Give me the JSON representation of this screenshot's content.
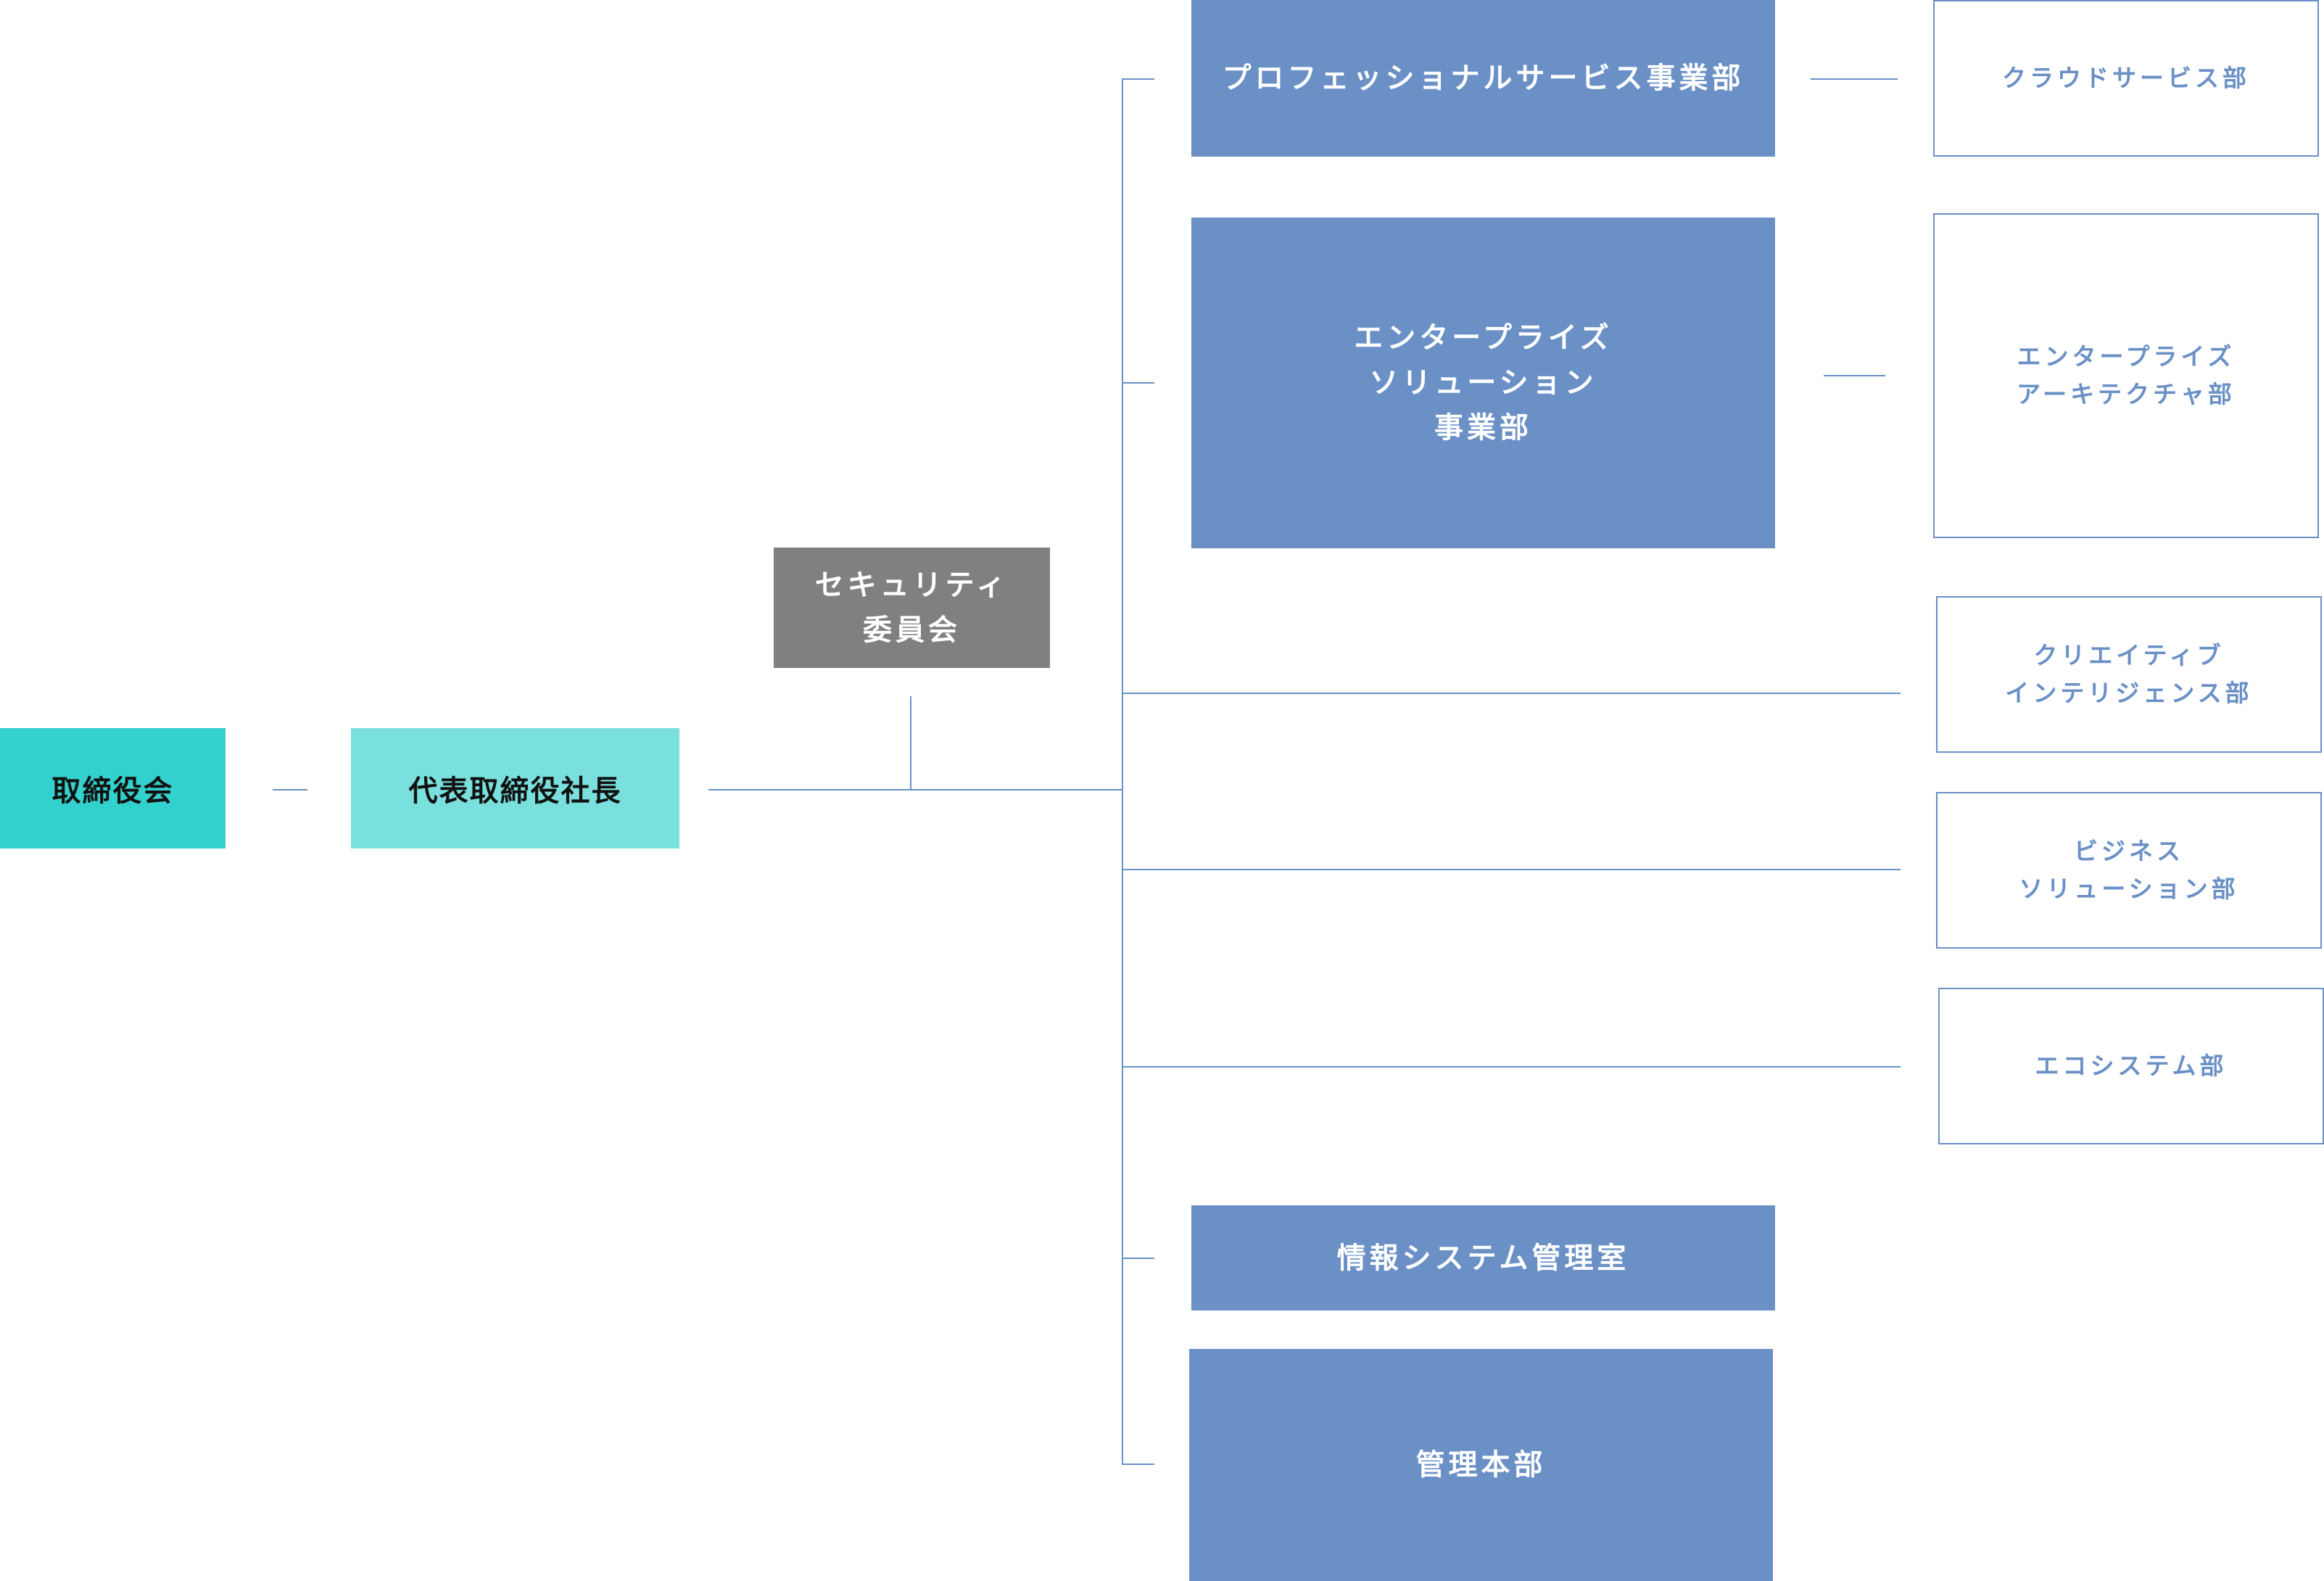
{
  "colors": {
    "board": "#33d1cd",
    "ceo": "#79e0dd",
    "committee": "#808080",
    "division": "#6a90c6",
    "line": "#6a90c6"
  },
  "org": {
    "board": "取締役会",
    "ceo": "代表取締役社長",
    "committee": "セキュリティ\n委員会",
    "divisions": {
      "professional_services": "プロフェッショナルサービス事業部",
      "enterprise_solutions": "エンタープライズ\nソリューション\n事業部",
      "info_systems": "情報システム管理室",
      "administration": "管理本部"
    },
    "departments": {
      "cloud_services": "クラウドサービス部",
      "enterprise_architecture": "エンタープライズ\nアーキテクチャ部",
      "creative_intelligence": "クリエイティブ\nインテリジェンス部",
      "business_solutions": "ビジネス\nソリューション部",
      "ecosystem": "エコシステム部"
    }
  }
}
